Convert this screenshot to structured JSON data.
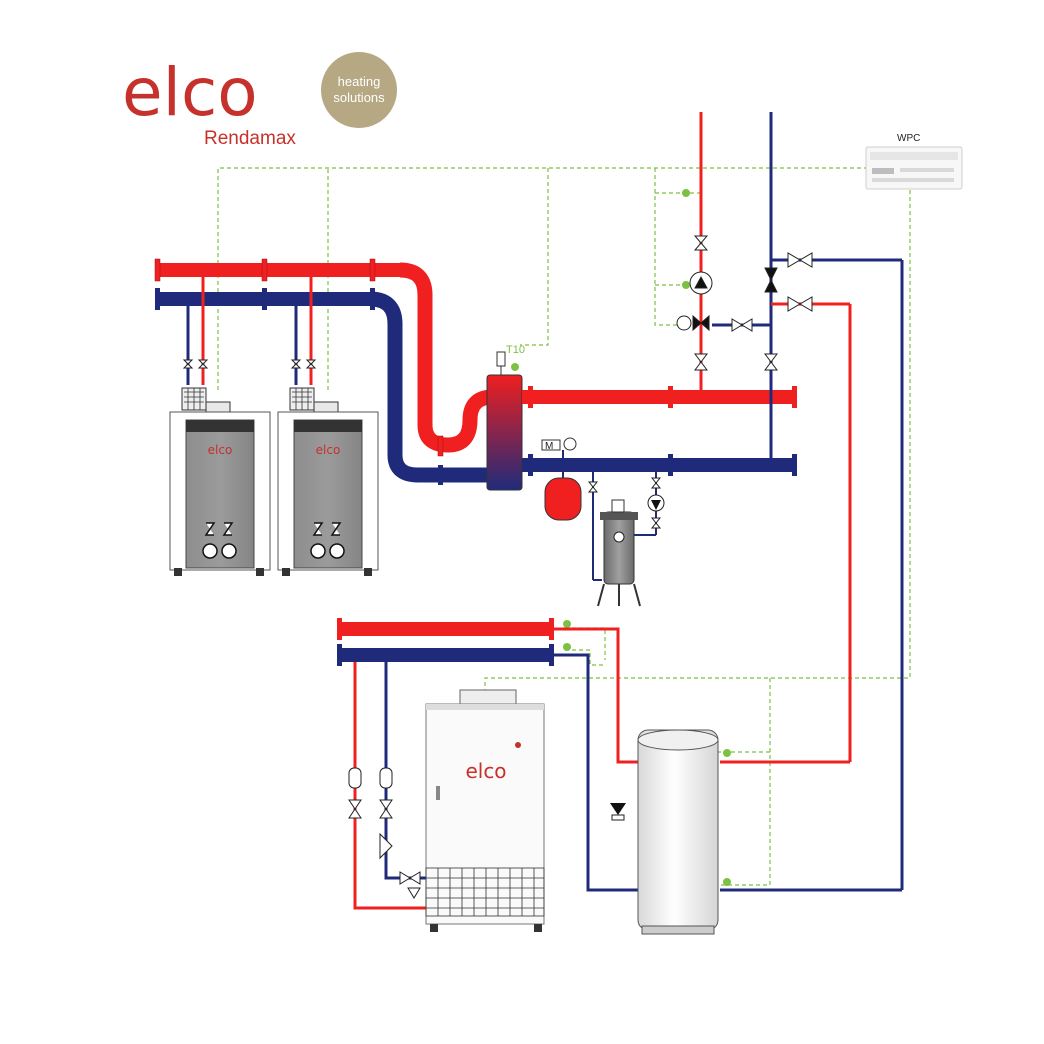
{
  "logo": {
    "wordmark": "elco",
    "subbrand": "Rendamax",
    "seal_line1": "heating",
    "seal_line2": "solutions"
  },
  "labels": {
    "controller": "WPC",
    "sensor": "T10",
    "meter": "M"
  },
  "units": {
    "boiler_1_logo": "elco",
    "boiler_2_logo": "elco",
    "heat_pump_logo": "elco"
  },
  "colors": {
    "supply": "#f02020",
    "return": "#1a2a73",
    "signal": "#7cc142",
    "brand": "#c6312b",
    "seal": "#b5a883"
  }
}
